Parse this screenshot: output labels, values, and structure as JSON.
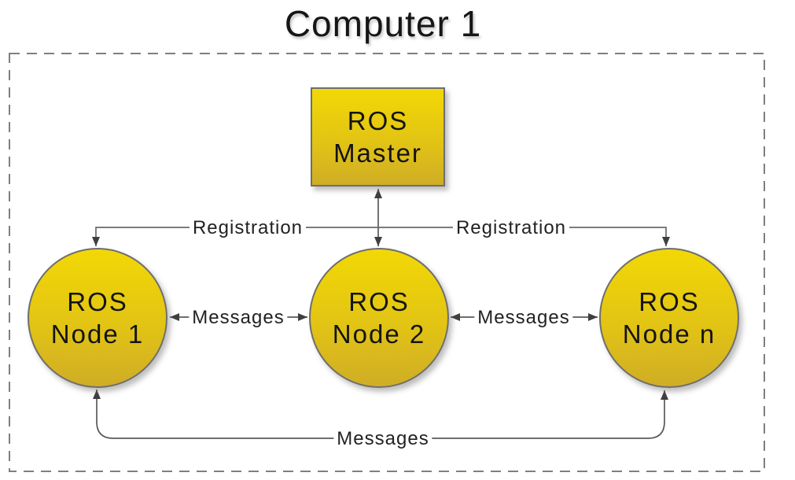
{
  "diagram": {
    "title": "Computer 1",
    "master": {
      "line1": "ROS",
      "line2": "Master"
    },
    "nodes": [
      {
        "line1": "ROS",
        "line2": "Node 1"
      },
      {
        "line1": "ROS",
        "line2": "Node 2"
      },
      {
        "line1": "ROS",
        "line2": "Node n"
      }
    ],
    "labels": {
      "registration_left": "Registration",
      "registration_right": "Registration",
      "messages_left": "Messages",
      "messages_right": "Messages",
      "messages_bottom": "Messages"
    },
    "colors": {
      "node_fill_top": "#f2d806",
      "node_fill_bottom": "#cfad26",
      "node_border": "#6e6e6e",
      "connector_line": "#5a5a5a",
      "arrowhead": "#3f3f3f",
      "dashed_border": "#7f7f7f",
      "text": "#141414"
    }
  }
}
